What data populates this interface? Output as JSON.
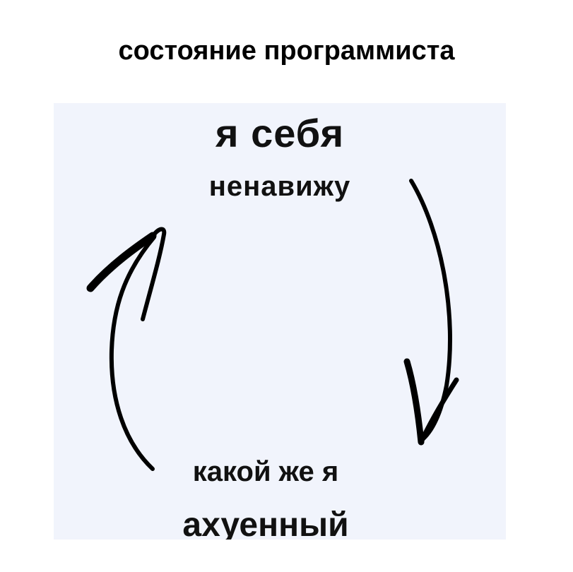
{
  "title": "состояние программиста",
  "cycle": {
    "top_large": "я себя",
    "top_small": "ненавижу",
    "bottom_small": "какой же я",
    "bottom_large": "ахуенный"
  },
  "colors": {
    "background": "#ffffff",
    "panel": "#f1f4fc",
    "ink": "#111111"
  },
  "icons": {
    "down_arrow": "curved-arrow-down-icon",
    "up_arrow": "curved-arrow-up-icon"
  }
}
